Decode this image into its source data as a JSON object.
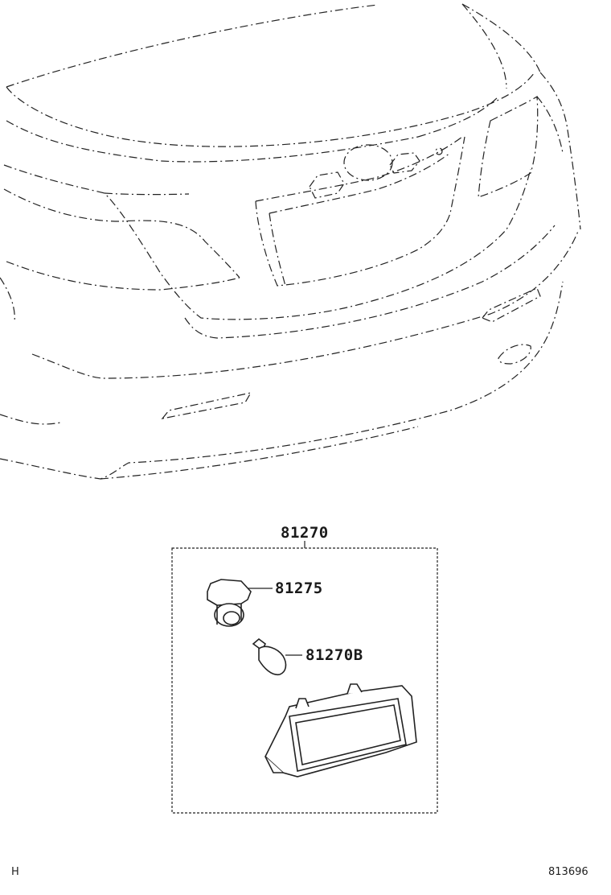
{
  "diagram": {
    "parts": {
      "assembly": {
        "number": "81270"
      },
      "socket": {
        "number": "81275"
      },
      "bulb": {
        "number": "81270B"
      }
    },
    "footer": {
      "left_code": "H",
      "illustration_number": "813696"
    },
    "colors": {
      "line": "#222222",
      "background": "#ffffff"
    }
  }
}
